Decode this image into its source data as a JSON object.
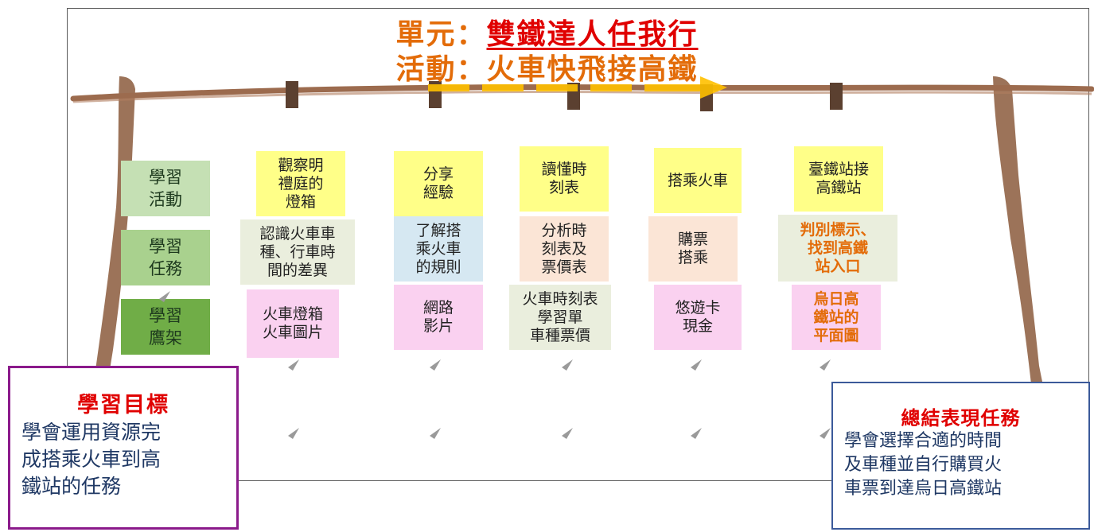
{
  "header": {
    "unit_prefix": "單元：",
    "unit_name": "雙鐵達人任我行",
    "activity_line": "活動：火車快飛接高鐵"
  },
  "rows": {
    "activity": [
      "學習",
      "活動"
    ],
    "task": [
      "學習",
      "任務"
    ],
    "scaffold": [
      "學習",
      "鷹架"
    ]
  },
  "columns": [
    {
      "activity": [
        "觀察明",
        "禮庭的",
        "燈箱"
      ],
      "task": [
        "認識火車車",
        "種、行車時",
        "間的差異"
      ],
      "scaffold": [
        "火車燈箱",
        "火車圖片"
      ]
    },
    {
      "activity": [
        "分享",
        "經驗"
      ],
      "task": [
        "了解搭",
        "乘火車",
        "的規則"
      ],
      "scaffold": [
        "網路",
        "影片"
      ]
    },
    {
      "activity": [
        "讀懂時",
        "刻表"
      ],
      "task": [
        "分析時",
        "刻表及",
        "票價表"
      ],
      "scaffold": [
        "火車時刻表",
        "學習單",
        "車種票價"
      ]
    },
    {
      "activity": [
        "搭乘火車"
      ],
      "task": [
        "購票",
        "搭乘"
      ],
      "scaffold": [
        "悠遊卡",
        "現金"
      ]
    },
    {
      "activity": [
        "臺鐵站接",
        "高鐵站"
      ],
      "task": [
        "判別標示、",
        "找到高鐵",
        "站入口"
      ],
      "scaffold": [
        "烏日高",
        "鐵站的",
        "平面圖"
      ]
    }
  ],
  "goal": {
    "title": "學習目標",
    "lines": [
      "學會運用資源完",
      "成搭乘火車到高",
      "鐵站的任務"
    ]
  },
  "summary": {
    "title": "總結表現任務",
    "lines": [
      "學會選擇合適的時間",
      "及車種並自行購買火",
      "車票到達烏日高鐵站"
    ]
  },
  "colors": {
    "title_orange": "#e36c09",
    "title_red": "#e00000",
    "rope_brown": "#8b5a3c",
    "row_activity": "#c5e0b4",
    "row_task": "#a9d18e",
    "row_scaffold": "#70ad47"
  }
}
